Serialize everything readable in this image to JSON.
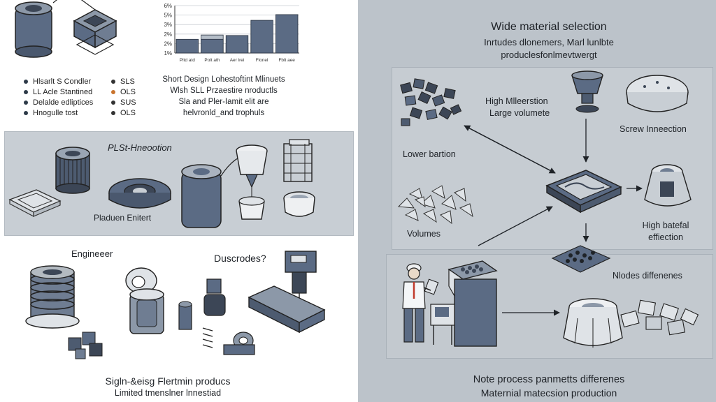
{
  "left": {
    "legend": [
      {
        "name": "Hlsarlt S Condler",
        "code": "SLS",
        "dot": "#2d3a48",
        "code_color": "#333333"
      },
      {
        "name": "LL Acle Stantined",
        "code": "OLS",
        "dot": "#2d3a48",
        "code_color": "#c9742e"
      },
      {
        "name": "Delalde edliptices",
        "code": "SUS",
        "dot": "#2d3a48",
        "code_color": "#333333"
      },
      {
        "name": "Hnogulle tost",
        "code": "OLS",
        "dot": "#2d3a48",
        "code_color": "#333333"
      }
    ],
    "chart_caption": [
      "Short Design Lohestoftint Mlinuets",
      "Wlsh SLL Przaestire nroductls",
      "Sla and Pler-Iamit elit are",
      "helvronld_and trophuls"
    ],
    "band_title": "PLSt-Hneootion",
    "band_label": "Pladuen Enitert",
    "engineer_label": "Engineeer",
    "question_label": "Duscrodes?",
    "bottom_title": "Sigln-&eisg Flertmin producs",
    "bottom_subtitle": "Limited tmenslner lnnestiad"
  },
  "chart_data": {
    "type": "bar",
    "categories": [
      "Pltd atd",
      "Polt ath",
      "Aer lrei",
      "Flonel",
      "Fblt aee"
    ],
    "series": [
      {
        "name": "",
        "values": [
          2.45,
          2.45,
          2.85,
          4.45,
          5.05
        ],
        "color_key": "steel"
      },
      {
        "name": "",
        "values": [
          2.0,
          2.9,
          2.0,
          2.0,
          2.0
        ],
        "color_key": "light"
      }
    ],
    "yticks": [
      "6%",
      "5%",
      "3%",
      "2%",
      "2%",
      "1%"
    ],
    "ylim": [
      1.0,
      6.0
    ]
  },
  "right": {
    "title": "Wide material selection",
    "subtitle": [
      "Inrtudes dlonemers, Marl lunlbte",
      "produclesfonlmevtwergt"
    ],
    "labels": {
      "high_volume": [
        "High Mlleerstion",
        "Large volumete"
      ],
      "lower_batch": "Lower bartion",
      "volumes": "Volumes",
      "screw": "Screw Inneection",
      "high_batch": [
        "High batefal",
        "effiection"
      ],
      "notes": "Nlodes diffenenes"
    },
    "bottom_title": "Note process panmetts differenes",
    "bottom_subtitle": "Maternial matecsion production"
  },
  "colors": {
    "steel": "#5b6b84",
    "light": "#b5bec8",
    "ink": "#2a3340"
  }
}
